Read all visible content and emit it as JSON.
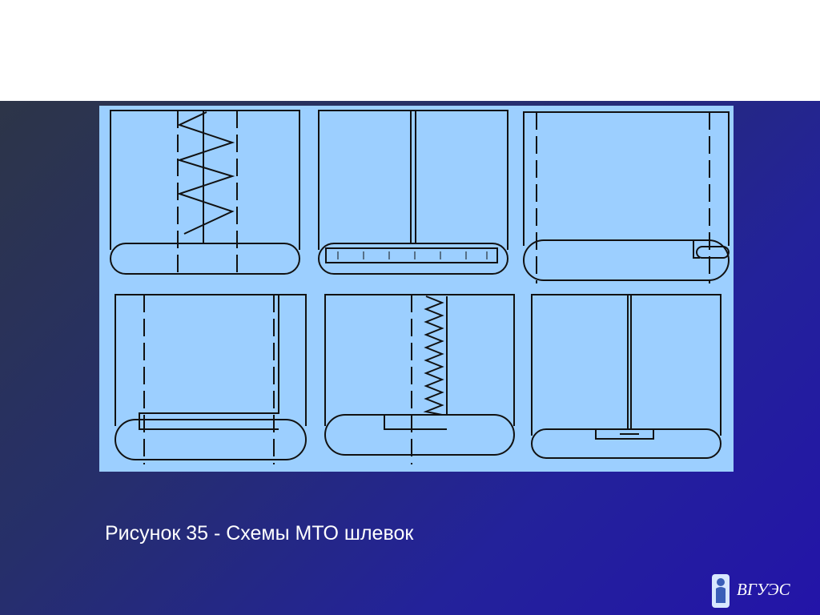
{
  "caption": "Рисунок 35 - Схемы МТО шлевок",
  "logo": {
    "text": "ВГУЭС"
  },
  "colors": {
    "panel": "#9ccfff",
    "stroke": "#111111",
    "background_start": "#2d3548",
    "background_end": "#2314a8"
  },
  "diagram": {
    "schemes": 6,
    "layout": "2 rows x 3 columns"
  }
}
